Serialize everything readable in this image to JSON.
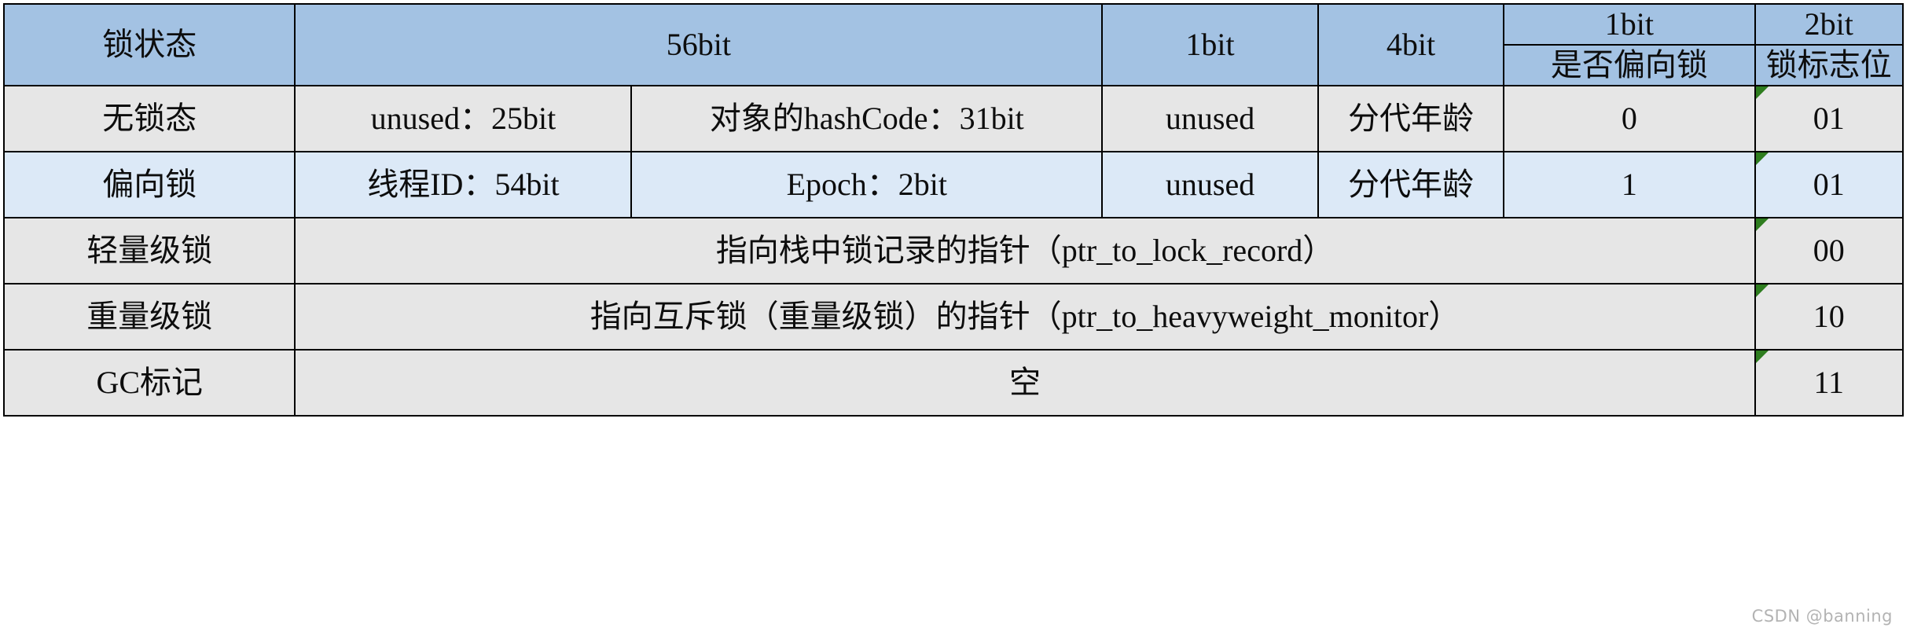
{
  "table": {
    "header": {
      "state_label": "锁状态",
      "bits_56": "56bit",
      "bits_1": "1bit",
      "bits_4": "4bit",
      "bits_1b": "1bit",
      "bits_2": "2bit",
      "sub_biased": "是否偏向锁",
      "sub_flag": "锁标志位"
    },
    "rows": [
      {
        "state": "无锁态",
        "c1": "unused：25bit",
        "c2": "对象的hashCode：31bit",
        "c3": "unused",
        "c4": "分代年龄",
        "biased": "0",
        "flag": "01",
        "span": "split",
        "tint": "gray"
      },
      {
        "state": "偏向锁",
        "c1": "线程ID：54bit",
        "c2": "Epoch：2bit",
        "c3": "unused",
        "c4": "分代年龄",
        "biased": "1",
        "flag": "01",
        "span": "split",
        "tint": "blue"
      },
      {
        "state": "轻量级锁",
        "wide": "指向栈中锁记录的指针（ptr_to_lock_record）",
        "flag": "00",
        "span": "merged",
        "tint": "gray"
      },
      {
        "state": "重量级锁",
        "wide": "指向互斥锁（重量级锁）的指针（ptr_to_heavyweight_monitor）",
        "flag": "10",
        "span": "merged",
        "tint": "gray"
      },
      {
        "state": "GC标记",
        "wide": "空",
        "flag": "11",
        "span": "merged",
        "tint": "gray"
      }
    ]
  },
  "watermark": "CSDN @banning",
  "colors": {
    "header_blue": "#a3c2e3",
    "row_gray": "#e6e6e6",
    "row_blue": "#dce9f7",
    "grid_black": "#000000",
    "indicator_green": "#2e7d1f"
  }
}
